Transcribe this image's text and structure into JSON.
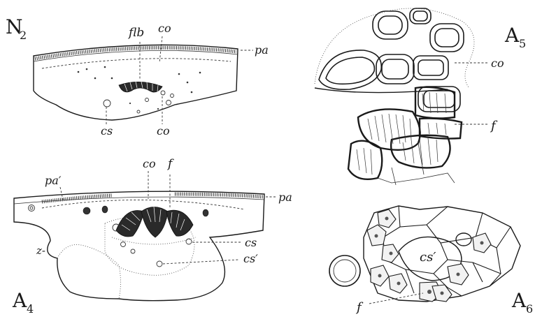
{
  "figures": {
    "n2": {
      "title": "N",
      "title_sub": "2",
      "labels": {
        "flb": "flb",
        "co_top": "co",
        "pa": "pa",
        "cs": "cs",
        "co_bottom": "co"
      }
    },
    "a4": {
      "title": "A",
      "title_sub": "4",
      "labels": {
        "pa_prime": "pa′",
        "co": "co",
        "f": "f",
        "pa": "pa",
        "z": "z-",
        "cs": "cs",
        "cs_prime": "cs′"
      }
    },
    "a5": {
      "title": "A",
      "title_sub": "5",
      "labels": {
        "co": "co",
        "f": "f"
      }
    },
    "a6": {
      "title": "A",
      "title_sub": "6",
      "labels": {
        "cs_prime": "cs′",
        "f": "f"
      }
    }
  }
}
